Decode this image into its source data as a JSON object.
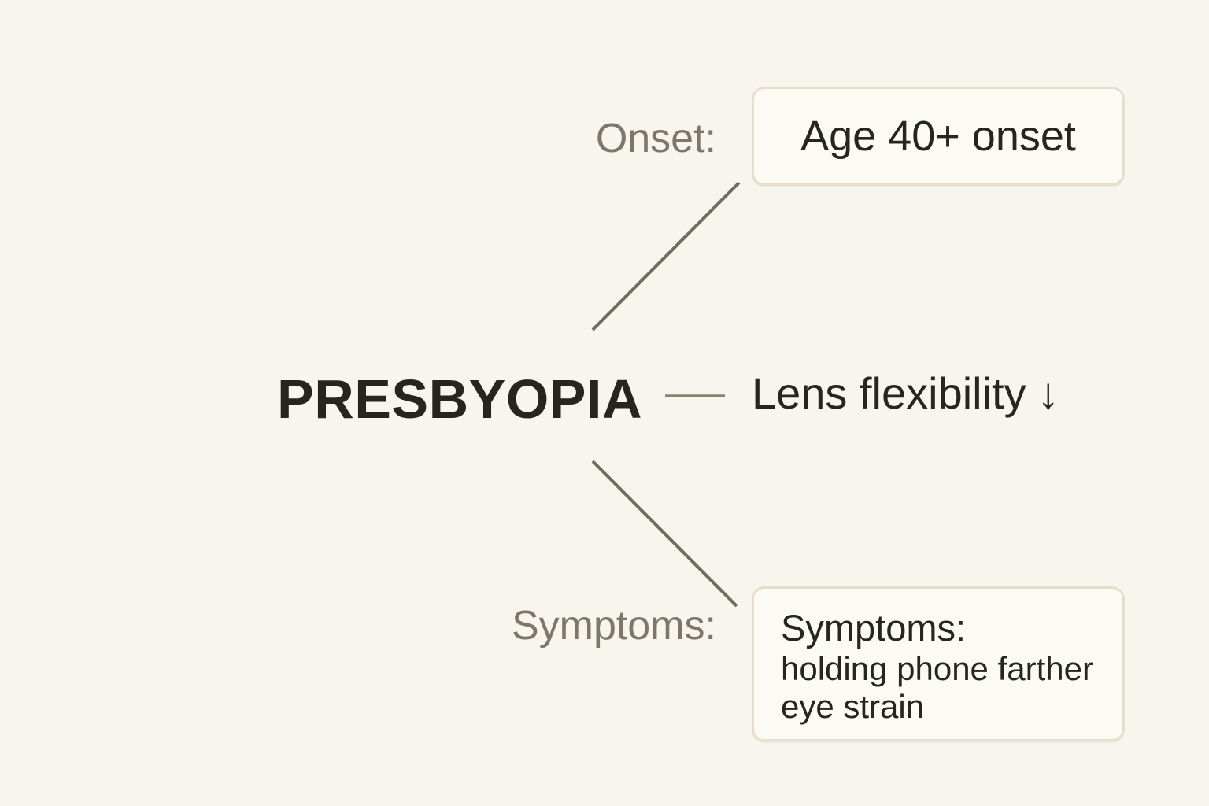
{
  "palette": {
    "background": "#f8f5ee",
    "box_fill": "#fcfaf5",
    "box_border": "#e7dfcb",
    "text_primary": "#26251f",
    "label_color": "#7b7869",
    "connector_color": "#6f6d5c",
    "dash_color": "#85836f"
  },
  "diagram": {
    "title": "PRESBYOPIA",
    "onset": {
      "label": "Onset:",
      "box_text": "Age 40+ onset"
    },
    "definition": {
      "text": "Lens flexibility",
      "arrow": "↓"
    },
    "symptoms": {
      "label": "Symptoms:",
      "box_title": "Symptoms:",
      "box_lines": [
        "holding phone farther",
        "eye strain"
      ]
    }
  }
}
